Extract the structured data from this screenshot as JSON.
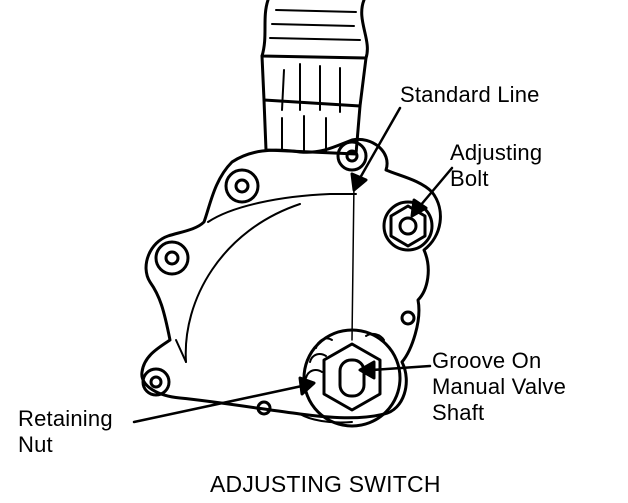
{
  "labels": {
    "standard_line": "Standard Line",
    "adjusting_bolt_1": "Adjusting",
    "adjusting_bolt_2": "Bolt",
    "groove_1": "Groove On",
    "groove_2": "Manual Valve",
    "groove_3": "Shaft",
    "retaining_1": "Retaining",
    "retaining_2": "Nut"
  },
  "caption": "ADJUSTING SWITCH",
  "colors": {
    "ink": "#000000",
    "paper": "#ffffff"
  }
}
